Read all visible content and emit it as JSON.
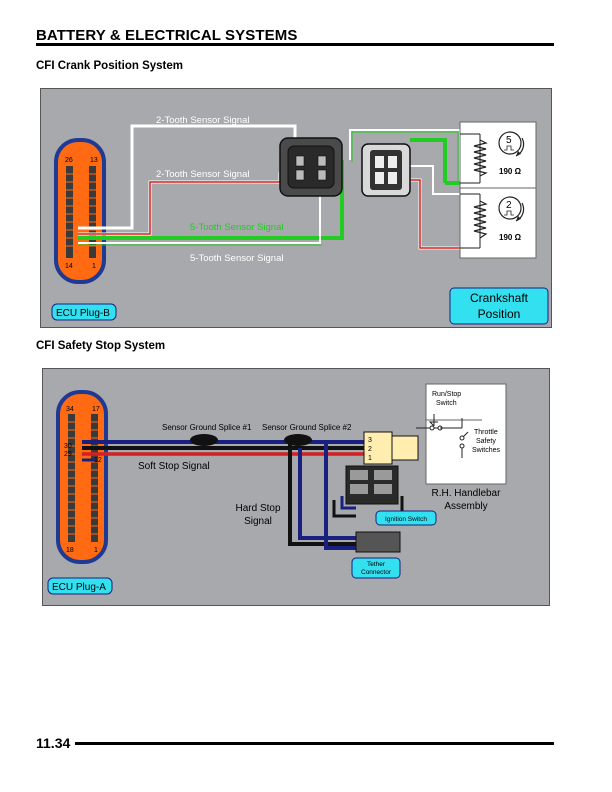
{
  "header": {
    "title": "BATTERY & ELECTRICAL SYSTEMS"
  },
  "crank": {
    "title": "CFI Crank Position System",
    "ecu_label": "ECU Plug-B",
    "pin_26": "26",
    "pin_13": "13",
    "pin_14": "14",
    "pin_1": "1",
    "signal_2tooth_top": "2-Tooth Sensor Signal",
    "signal_2tooth_mid": "2-Tooth Sensor Signal",
    "signal_5tooth_green": "5-Tooth Sensor Signal",
    "signal_5tooth_white": "5-Tooth Sensor Signal",
    "sensor5_teeth": "5",
    "sensor5_resistance": "190 Ω",
    "sensor2_teeth": "2",
    "sensor2_resistance": "190 Ω",
    "crankshaft_line1": "Crankshaft",
    "crankshaft_line2": "Position"
  },
  "safety": {
    "title": "CFI Safety Stop System",
    "ecu_label": "ECU Plug-A",
    "pin_34": "34",
    "pin_17": "17",
    "pin_30": "30",
    "pin_29": "29",
    "pin_12": "12",
    "pin_18": "18",
    "pin_1": "1",
    "splice1": "Sensor Ground Splice #1",
    "splice2": "Sensor Ground Splice #2",
    "soft_stop": "Soft Stop Signal",
    "hard_stop_line1": "Hard Stop",
    "hard_stop_line2": "Signal",
    "run_stop_line1": "Run/Stop",
    "run_stop_line2": "Switch",
    "throttle_line1": "Throttle",
    "throttle_line2": "Safety",
    "throttle_line3": "Switches",
    "connector_pin3": "3",
    "connector_pin2": "2",
    "connector_pin1": "1",
    "handlebar_line1": "R.H. Handlebar",
    "handlebar_line2": "Assembly",
    "ignition_switch": "Ignition Switch",
    "tether_line1": "Tether",
    "tether_line2": "Connector"
  },
  "footer": {
    "page_number": "11.34"
  },
  "colors": {
    "panel_bg": "#a7a9ac",
    "ecu_orange": "#ff6a13",
    "ecu_body_blue": "#2a3f9a",
    "label_cyan": "#33e0f0",
    "wire_green": "#22cc22",
    "wire_red": "#d42020",
    "wire_blue": "#1a2080",
    "wire_black": "#111111",
    "wire_white": "#ffffff"
  }
}
